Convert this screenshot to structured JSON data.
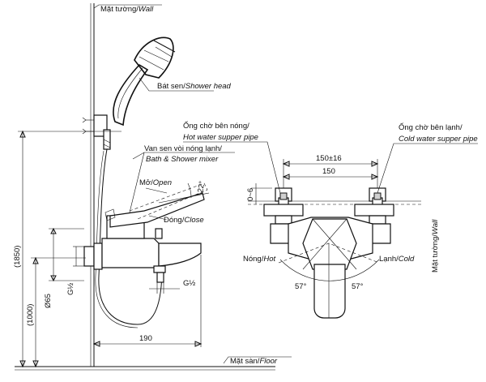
{
  "labels": {
    "wall_top": "Mặt tường/",
    "wall_top_en": "Wall",
    "shower_head": "Bát sen/",
    "shower_head_en": "Shower head",
    "mixer": "Van sen vòi nóng lạnh/",
    "mixer_en": "Bath & Shower mixer",
    "open": "Mở/",
    "open_en": "Open",
    "close": "Đóng/",
    "close_en": "Close",
    "hot_pipe": "Ống chờ bên nóng/",
    "hot_pipe_en": "Hot water supper pipe",
    "cold_pipe": "Ống chờ bên lạnh/",
    "cold_pipe_en": "Cold water supper pipe",
    "hot": "Nóng/",
    "hot_en": "Hot",
    "cold": "Lạnh/",
    "cold_en": "Cold",
    "wall_side": "Mặt tường/",
    "wall_side_en": "Wall",
    "floor": "Mặt sàn/",
    "floor_en": "Floor"
  },
  "dimensions": {
    "height_total": "(1850)",
    "height_spout": "(1000)",
    "diam_65": "Ø65",
    "g_half_v": "G½",
    "g_half_h": "G½",
    "depth_190": "190",
    "span_150_tol": "150±16",
    "span_150": "150",
    "offset_0_6": "0~6",
    "angle_22": "22°",
    "angle_57_left": "57°",
    "angle_57_right": "57°"
  }
}
